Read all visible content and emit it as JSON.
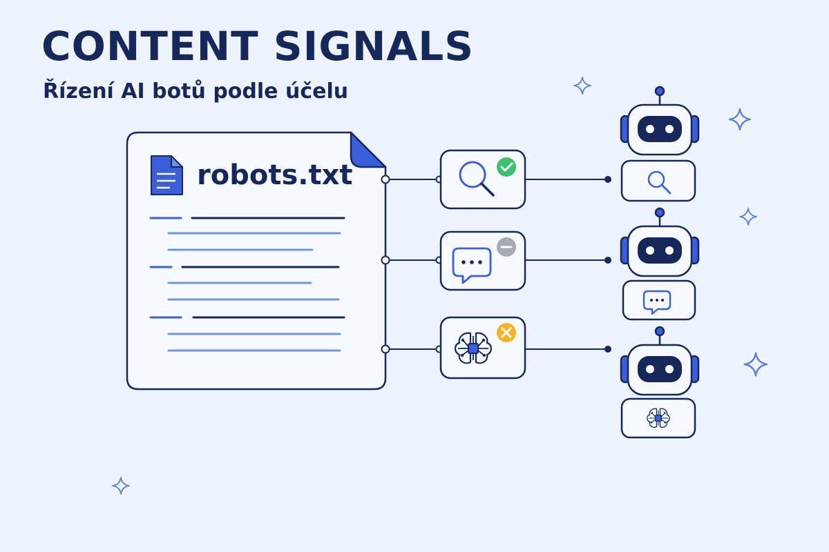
{
  "header": {
    "title": "CONTENT SIGNALS",
    "subtitle": "Řízení AI botů podle účelu"
  },
  "document": {
    "file_name": "robots.txt",
    "icon": "document-icon"
  },
  "signals": [
    {
      "id": "search",
      "icon": "magnifier-icon",
      "status": "allowed",
      "status_icon": "check-badge-icon",
      "status_color": "#3cc06b"
    },
    {
      "id": "chat",
      "icon": "chat-bubble-icon",
      "status": "neutral",
      "status_icon": "minus-badge-icon",
      "status_color": "#a6aab2"
    },
    {
      "id": "ai-training",
      "icon": "brain-chip-icon",
      "status": "blocked",
      "status_icon": "cross-badge-icon",
      "status_color": "#f5b327"
    }
  ],
  "colors": {
    "navy": "#16285a",
    "accent_blue": "#3a5fd9",
    "light_blue": "#6f93e2",
    "background": "#eef3fb"
  }
}
